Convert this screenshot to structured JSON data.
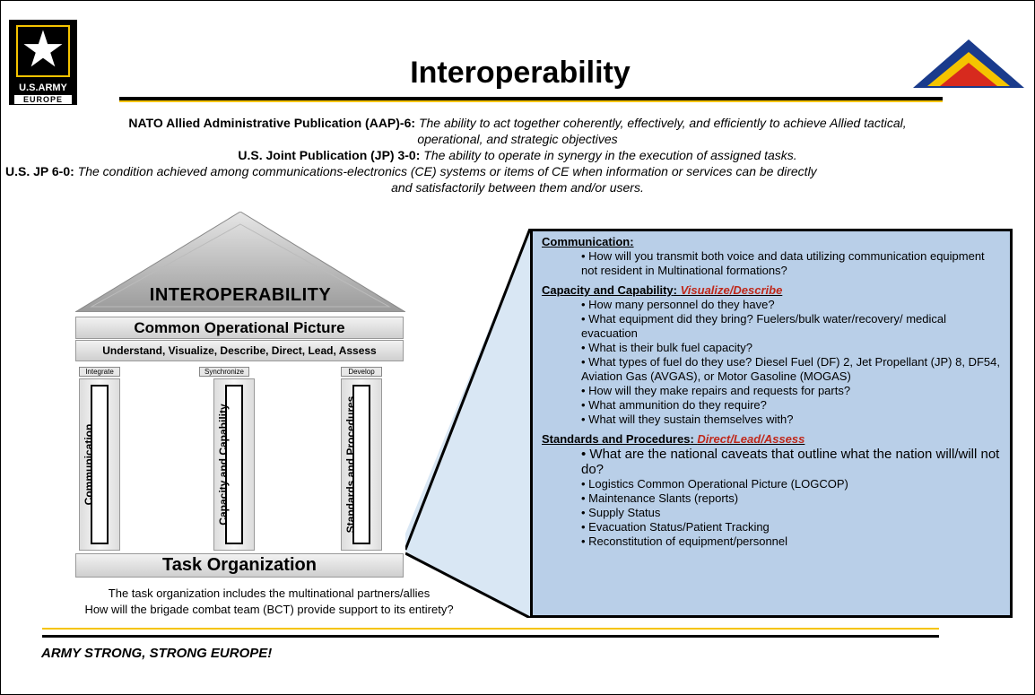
{
  "header": {
    "logo_line1": "U.S.ARMY",
    "logo_line2": "EUROPE",
    "title": "Interoperability"
  },
  "definitions": [
    {
      "source": "NATO Allied Administrative Publication (AAP)-6:",
      "text": "The ability to act together coherently, effectively, and efficiently to achieve Allied tactical,",
      "text2": "operational, and strategic objectives"
    },
    {
      "source": "U.S. Joint Publication (JP) 3-0:",
      "text": "The ability to operate in synergy in the execution of assigned tasks."
    },
    {
      "source": "U.S. JP 6-0:",
      "text": "The condition achieved among communications-electronics (CE) systems or items of CE when information or services can be directly",
      "text2": "and satisfactorily between them and/or users."
    }
  ],
  "diagram": {
    "roof": "INTEROPERABILITY",
    "bar1": "Common Operational Picture",
    "bar2": "Understand, Visualize, Describe, Direct, Lead, Assess",
    "pillars": [
      {
        "tag": "Integrate",
        "label": "Communication"
      },
      {
        "tag": "Synchronize",
        "label": "Capacity and Capability"
      },
      {
        "tag": "Develop",
        "label": "Standards and Procedures"
      }
    ],
    "base": "Task Organization",
    "caption1": "The task organization includes the multinational partners/allies",
    "caption2": "How will the brigade combat team (BCT) provide support to its entirety?"
  },
  "panel": {
    "communication": {
      "heading": "Communication:",
      "items": [
        "How will you transmit both voice and data utilizing communication equipment not resident in Multinational formations?"
      ]
    },
    "capacity": {
      "heading": "Capacity and Capability",
      "sub": "Visualize/Describe",
      "items": [
        "How many personnel do they have?",
        "What equipment did they bring? Fuelers/bulk water/recovery/ medical evacuation",
        "What is their bulk fuel capacity?",
        "What types of fuel do they use?  Diesel Fuel (DF) 2, Jet Propellant (JP) 8, DF54, Aviation Gas (AVGAS), or Motor Gasoline (MOGAS)",
        "How will they make repairs and requests for parts?",
        "What ammunition do they require?",
        "What will they sustain themselves with?"
      ]
    },
    "standards": {
      "heading": "Standards and Procedures",
      "sub": "Direct/Lead/Assess",
      "lead_item": "What are the national caveats that outline what the nation will/will not do?",
      "items": [
        "Logistics Common Operational Picture (LOGCOP)",
        "Maintenance Slants (reports)",
        "Supply Status",
        "Evacuation Status/Patient Tracking",
        "Reconstitution of equipment/personnel"
      ]
    }
  },
  "footer": "ARMY STRONG, STRONG EUROPE!"
}
